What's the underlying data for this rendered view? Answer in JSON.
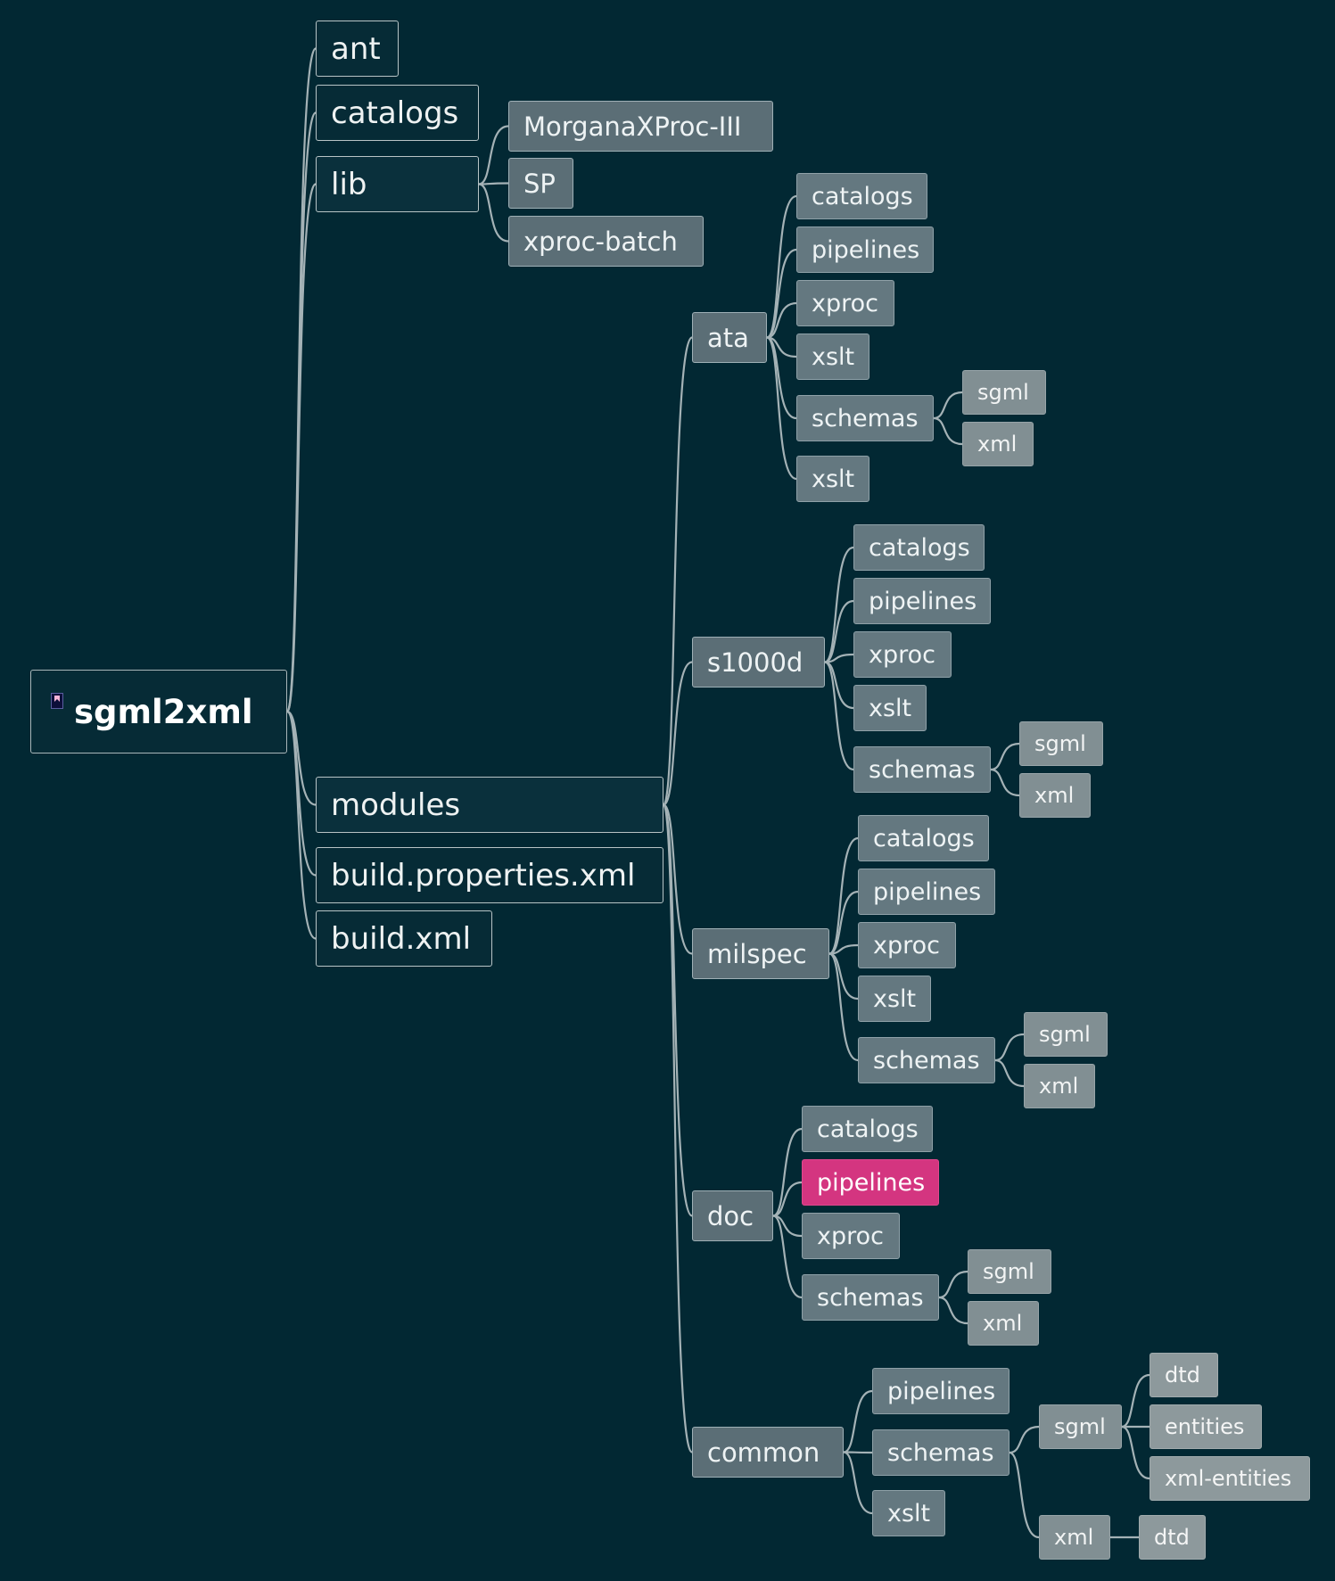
{
  "colors": {
    "background": "#022833",
    "edge": "#a4b2b6",
    "selected": "#d43580"
  },
  "tree": {
    "label": "sgml2xml",
    "icon": "bookmark-icon",
    "children": [
      {
        "label": "ant"
      },
      {
        "label": "catalogs"
      },
      {
        "label": "lib",
        "children": [
          {
            "label": "MorganaXProc-III"
          },
          {
            "label": "SP"
          },
          {
            "label": "xproc-batch"
          }
        ]
      },
      {
        "label": "modules",
        "children": [
          {
            "label": "ata",
            "children": [
              {
                "label": "catalogs"
              },
              {
                "label": "pipelines"
              },
              {
                "label": "xproc"
              },
              {
                "label": "xslt"
              },
              {
                "label": "schemas",
                "children": [
                  {
                    "label": "sgml"
                  },
                  {
                    "label": "xml"
                  }
                ]
              },
              {
                "label": "xslt"
              }
            ]
          },
          {
            "label": "s1000d",
            "children": [
              {
                "label": "catalogs"
              },
              {
                "label": "pipelines"
              },
              {
                "label": "xproc"
              },
              {
                "label": "xslt"
              },
              {
                "label": "schemas",
                "children": [
                  {
                    "label": "sgml"
                  },
                  {
                    "label": "xml"
                  }
                ]
              }
            ]
          },
          {
            "label": "milspec",
            "children": [
              {
                "label": "catalogs"
              },
              {
                "label": "pipelines"
              },
              {
                "label": "xproc"
              },
              {
                "label": "xslt"
              },
              {
                "label": "schemas",
                "children": [
                  {
                    "label": "sgml"
                  },
                  {
                    "label": "xml"
                  }
                ]
              }
            ]
          },
          {
            "label": "doc",
            "children": [
              {
                "label": "catalogs"
              },
              {
                "label": "pipelines",
                "selected": true
              },
              {
                "label": "xproc"
              },
              {
                "label": "schemas",
                "children": [
                  {
                    "label": "sgml"
                  },
                  {
                    "label": "xml"
                  }
                ]
              }
            ]
          },
          {
            "label": "common",
            "children": [
              {
                "label": "pipelines"
              },
              {
                "label": "schemas",
                "children": [
                  {
                    "label": "sgml",
                    "children": [
                      {
                        "label": "dtd"
                      },
                      {
                        "label": "entities"
                      },
                      {
                        "label": "xml-entities"
                      }
                    ]
                  },
                  {
                    "label": "xml",
                    "children": [
                      {
                        "label": "dtd"
                      }
                    ]
                  }
                ]
              },
              {
                "label": "xslt"
              }
            ]
          }
        ]
      },
      {
        "label": "build.properties.xml"
      },
      {
        "label": "build.xml"
      }
    ]
  }
}
